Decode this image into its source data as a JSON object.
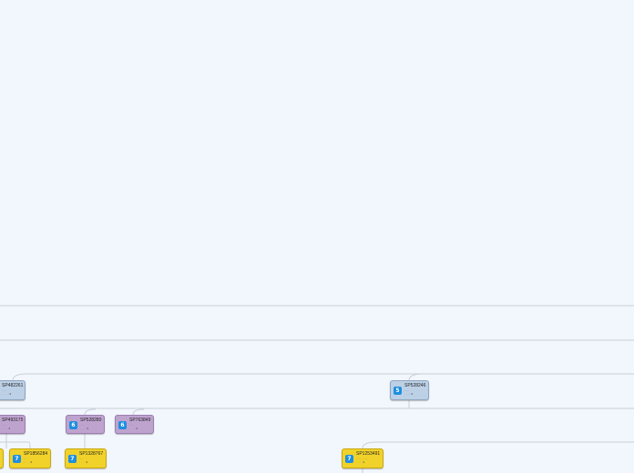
{
  "colors": {
    "background": "#f2f6fd",
    "level5": "#bcd0e6",
    "level6": "#bfa3cf",
    "level7": "#f1d22a",
    "connector": "#c9cfd8",
    "badge": "#1e8fe0"
  },
  "nodes": [
    {
      "id": "n1",
      "code": "SP482261",
      "level": "",
      "type": "level5",
      "sub1": "·····",
      "sub2": "·· · · · $"
    },
    {
      "id": "n2",
      "code": "SP528246",
      "level": "5",
      "type": "level5",
      "sub1": "·····",
      "sub2": "· · · · $"
    },
    {
      "id": "n3",
      "code": "SP493175",
      "level": "",
      "type": "level6",
      "sub1": "·····",
      "sub2": "· · · · $"
    },
    {
      "id": "n4",
      "code": "SP528280",
      "level": "6",
      "type": "level6",
      "sub1": "·····",
      "sub2": "· · · · $"
    },
    {
      "id": "n5",
      "code": "SP763849",
      "level": "6",
      "type": "level6",
      "sub1": "·····",
      "sub2": "· · · · $"
    },
    {
      "id": "n6",
      "code": "SP1856284",
      "level": "7",
      "type": "level7",
      "sub1": "···",
      "sub2": "· · · · $"
    },
    {
      "id": "n7",
      "code": "SP1328767",
      "level": "7",
      "type": "level7",
      "sub1": "····",
      "sub2": "· · · · $"
    },
    {
      "id": "n8",
      "code": "SP1253491",
      "level": "7",
      "type": "level7",
      "sub1": "······ · ····",
      "sub2": "· · · · $"
    },
    {
      "id": "n9",
      "code": "",
      "level": "",
      "type": "level7",
      "sub1": "",
      "sub2": ""
    }
  ]
}
